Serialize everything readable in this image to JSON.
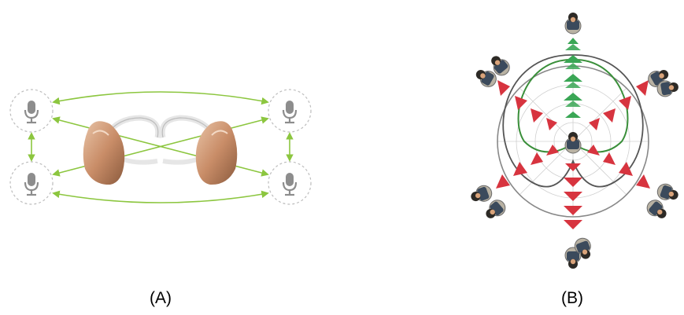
{
  "captions": {
    "panel_a": "(A)",
    "panel_b": "(B)"
  },
  "panel_a": {
    "microphones": [
      "microphone-front-left",
      "microphone-rear-left",
      "microphone-front-right",
      "microphone-rear-right"
    ],
    "hearing_aids": [
      "hearing-aid-left",
      "hearing-aid-right"
    ],
    "link_color": "#8cc63f",
    "mic_icon": "microphone-icon"
  },
  "panel_b": {
    "target_wave_color": "#3aa655",
    "noise_wave_color": "#d7343f",
    "polar_pattern_colors": [
      "#3a8f3a",
      "#555555",
      "#888888"
    ],
    "person_icon": "person-topdown-icon"
  }
}
